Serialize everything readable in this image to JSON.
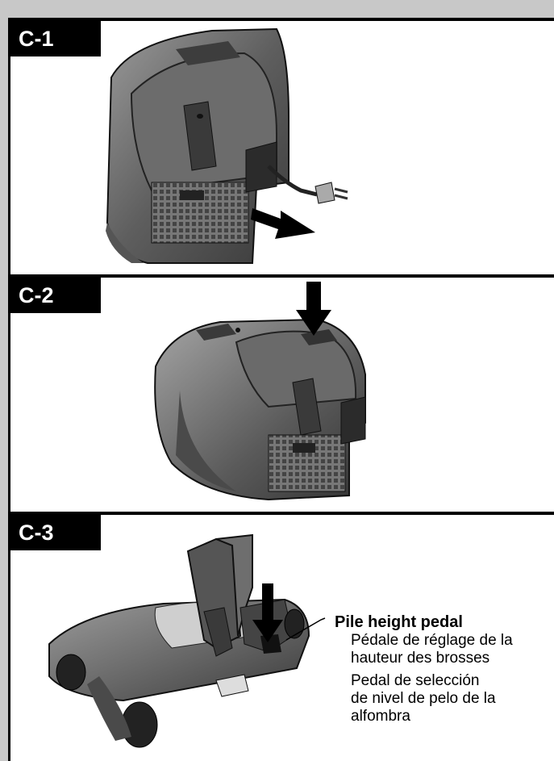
{
  "panels": [
    {
      "id": "C-1",
      "label": "C-1"
    },
    {
      "id": "C-2",
      "label": "C-2"
    },
    {
      "id": "C-3",
      "label": "C-3"
    }
  ],
  "caption": {
    "title": "Pile height pedal",
    "french_line1": "Pédale de réglage de la",
    "french_line2": "hauteur des brosses",
    "spanish_line1": "Pedal de selección",
    "spanish_line2": "de nivel de pelo de la",
    "spanish_line3": "alfombra"
  },
  "colors": {
    "ink": "#000000",
    "frame": "#c8c8c8",
    "tag_bg": "#000000"
  }
}
